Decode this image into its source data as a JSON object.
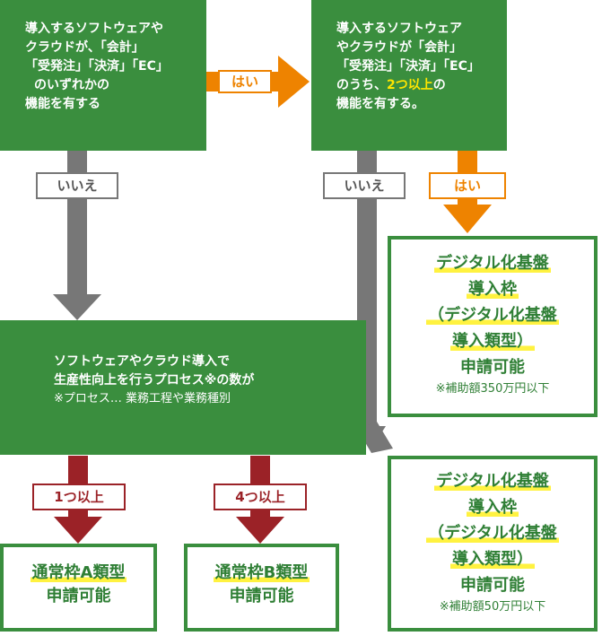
{
  "q1": {
    "lines": [
      "導入するソフトウェアや",
      "クラウドが、「会計」",
      "「受発注」「決済」「EC」",
      "のいずれかの",
      "機能を有する"
    ]
  },
  "q2": {
    "lines": [
      "導入するソフトウェア",
      "やクラウドが「会計」",
      "「受発注」「決済」「EC」"
    ],
    "line4_prefix": "のうち、",
    "line4_highlight": "2つ以上",
    "line4_suffix": "の",
    "line5": "機能を有する。"
  },
  "q3": {
    "lines": [
      "ソフトウェアやクラウド導入で",
      "生産性向上を行うプロセス※の数が"
    ],
    "note": "※プロセス… 業務工程や業務種別"
  },
  "labels": {
    "yes_right": "はい",
    "no_left": "いいえ",
    "no_right": "いいえ",
    "yes_down": "はい",
    "one_or_more": "1つ以上",
    "four_or_more": "4つ以上"
  },
  "result_digital_1": {
    "title_lines": [
      "デジタル化基盤",
      "導入枠",
      "（デジタル化基盤",
      "導入類型）"
    ],
    "status": "申請可能",
    "note": "※補助額350万円以下"
  },
  "result_digital_2": {
    "title_lines": [
      "デジタル化基盤",
      "導入枠",
      "（デジタル化基盤",
      "導入類型）"
    ],
    "status": "申請可能",
    "note": "※補助額50万円以下"
  },
  "result_a": {
    "title": "通常枠A類型",
    "status": "申請可能"
  },
  "result_b": {
    "title": "通常枠B類型",
    "status": "申請可能"
  },
  "colors": {
    "green": "#3a8e3e",
    "orange": "#ee8300",
    "gray": "#777777",
    "red": "#9b2227",
    "yellow": "#ffe500"
  }
}
